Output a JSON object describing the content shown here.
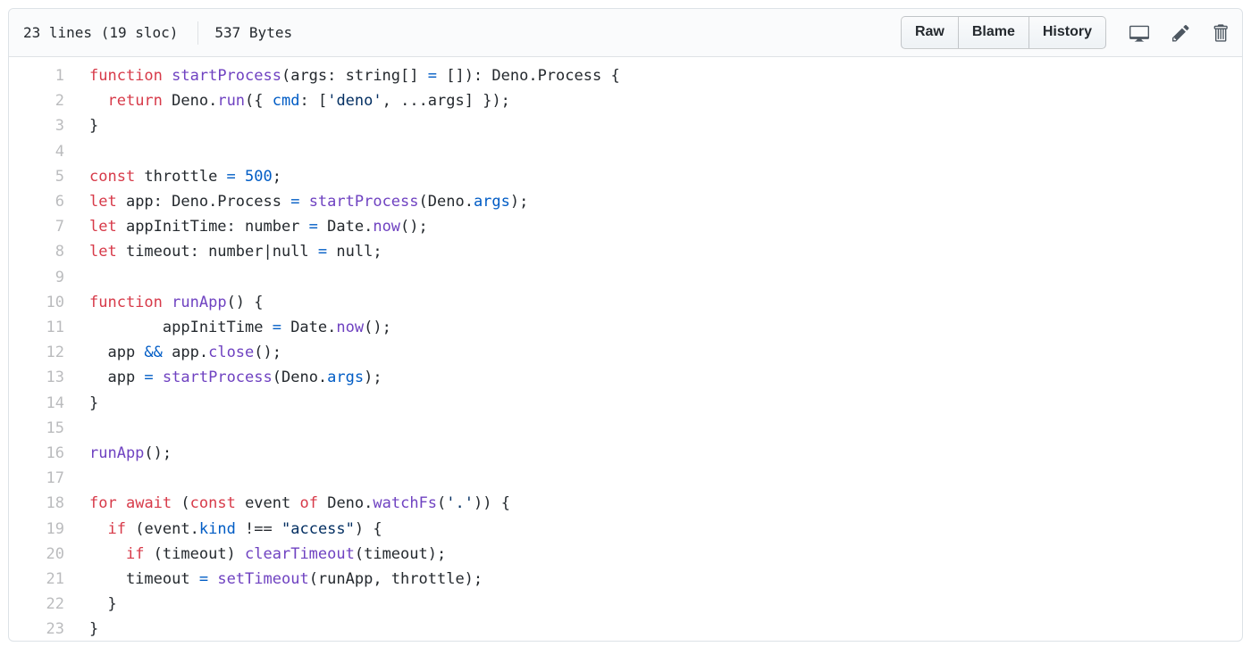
{
  "header": {
    "file_info": {
      "lines": "23 lines (19 sloc)",
      "size": "537 Bytes"
    },
    "buttons": {
      "raw": "Raw",
      "blame": "Blame",
      "history": "History"
    },
    "icons": [
      "device-desktop-icon",
      "pencil-icon",
      "trash-icon"
    ]
  },
  "colors": {
    "keyword": "#d73a49",
    "function": "#6f42c1",
    "constant": "#005cc5",
    "string": "#032f62",
    "text": "#24292e",
    "line_number": "rgba(27,31,35,0.3)",
    "header_bg": "#fafbfc",
    "border": "#dde2e7"
  },
  "code": {
    "language": "typescript",
    "line_count": 23,
    "lines": [
      [
        [
          "k",
          "function"
        ],
        [
          "p",
          " "
        ],
        [
          "f",
          "startProcess"
        ],
        [
          "p",
          "(args: string[] "
        ],
        [
          "c",
          "="
        ],
        [
          "p",
          " []): Deno.Process {"
        ]
      ],
      [
        [
          "p",
          "  "
        ],
        [
          "k",
          "return"
        ],
        [
          "p",
          " Deno."
        ],
        [
          "f",
          "run"
        ],
        [
          "p",
          "({ "
        ],
        [
          "c",
          "cmd"
        ],
        [
          "p",
          ": ["
        ],
        [
          "s",
          "'deno'"
        ],
        [
          "p",
          ", ...args] });"
        ]
      ],
      [
        [
          "p",
          "}"
        ]
      ],
      [],
      [
        [
          "k",
          "const"
        ],
        [
          "p",
          " throttle "
        ],
        [
          "c",
          "="
        ],
        [
          "p",
          " "
        ],
        [
          "c",
          "500"
        ],
        [
          "p",
          ";"
        ]
      ],
      [
        [
          "k",
          "let"
        ],
        [
          "p",
          " app: Deno.Process "
        ],
        [
          "c",
          "="
        ],
        [
          "p",
          " "
        ],
        [
          "f",
          "startProcess"
        ],
        [
          "p",
          "(Deno."
        ],
        [
          "c",
          "args"
        ],
        [
          "p",
          ");"
        ]
      ],
      [
        [
          "k",
          "let"
        ],
        [
          "p",
          " appInitTime: number "
        ],
        [
          "c",
          "="
        ],
        [
          "p",
          " Date."
        ],
        [
          "f",
          "now"
        ],
        [
          "p",
          "();"
        ]
      ],
      [
        [
          "k",
          "let"
        ],
        [
          "p",
          " timeout: number|null "
        ],
        [
          "c",
          "="
        ],
        [
          "p",
          " null;"
        ]
      ],
      [],
      [
        [
          "k",
          "function"
        ],
        [
          "p",
          " "
        ],
        [
          "f",
          "runApp"
        ],
        [
          "p",
          "() {"
        ]
      ],
      [
        [
          "p",
          "        appInitTime "
        ],
        [
          "c",
          "="
        ],
        [
          "p",
          " Date."
        ],
        [
          "f",
          "now"
        ],
        [
          "p",
          "();"
        ]
      ],
      [
        [
          "p",
          "  app "
        ],
        [
          "c",
          "&&"
        ],
        [
          "p",
          " app."
        ],
        [
          "f",
          "close"
        ],
        [
          "p",
          "();"
        ]
      ],
      [
        [
          "p",
          "  app "
        ],
        [
          "c",
          "="
        ],
        [
          "p",
          " "
        ],
        [
          "f",
          "startProcess"
        ],
        [
          "p",
          "(Deno."
        ],
        [
          "c",
          "args"
        ],
        [
          "p",
          ");"
        ]
      ],
      [
        [
          "p",
          "}"
        ]
      ],
      [],
      [
        [
          "f",
          "runApp"
        ],
        [
          "p",
          "();"
        ]
      ],
      [],
      [
        [
          "k",
          "for"
        ],
        [
          "p",
          " "
        ],
        [
          "k",
          "await"
        ],
        [
          "p",
          " ("
        ],
        [
          "k",
          "const"
        ],
        [
          "p",
          " event "
        ],
        [
          "k",
          "of"
        ],
        [
          "p",
          " Deno."
        ],
        [
          "f",
          "watchFs"
        ],
        [
          "p",
          "("
        ],
        [
          "s",
          "'.'"
        ],
        [
          "p",
          ")) {"
        ]
      ],
      [
        [
          "p",
          "  "
        ],
        [
          "k",
          "if"
        ],
        [
          "p",
          " (event."
        ],
        [
          "c",
          "kind"
        ],
        [
          "p",
          " !== "
        ],
        [
          "s",
          "\"access\""
        ],
        [
          "p",
          ") {"
        ]
      ],
      [
        [
          "p",
          "    "
        ],
        [
          "k",
          "if"
        ],
        [
          "p",
          " (timeout) "
        ],
        [
          "f",
          "clearTimeout"
        ],
        [
          "p",
          "(timeout);"
        ]
      ],
      [
        [
          "p",
          "    timeout "
        ],
        [
          "c",
          "="
        ],
        [
          "p",
          " "
        ],
        [
          "f",
          "setTimeout"
        ],
        [
          "p",
          "(runApp, throttle);"
        ]
      ],
      [
        [
          "p",
          "  }"
        ]
      ],
      [
        [
          "p",
          "}"
        ]
      ]
    ]
  }
}
